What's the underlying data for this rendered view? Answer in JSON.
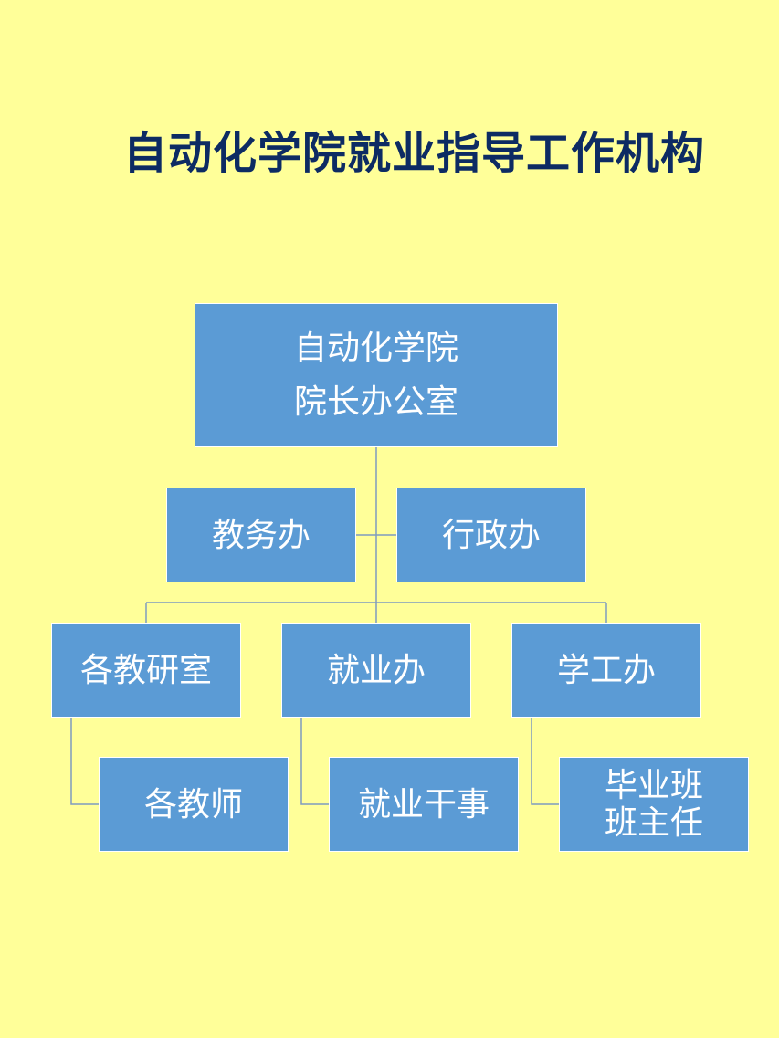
{
  "title": "自动化学院就业指导工作机构",
  "nodes": {
    "top": {
      "line1": "自动化学院",
      "line2": "院长办公室"
    },
    "jiaowuban": "教务办",
    "xingzhengban": "行政办",
    "gejiaoyanshi": "各教研室",
    "jiuyeban": "就业办",
    "xuegongban": "学工办",
    "gejiaoshi": "各教师",
    "jiuyeganshi": "就业干事",
    "biyeban": {
      "line1": "毕业班",
      "line2": "班主任"
    }
  },
  "colors": {
    "background": "#ffff99",
    "node_fill": "#5b9bd5",
    "node_text": "#ffffff",
    "title_text": "#0d2b63",
    "connector": "#7f9cc0"
  }
}
